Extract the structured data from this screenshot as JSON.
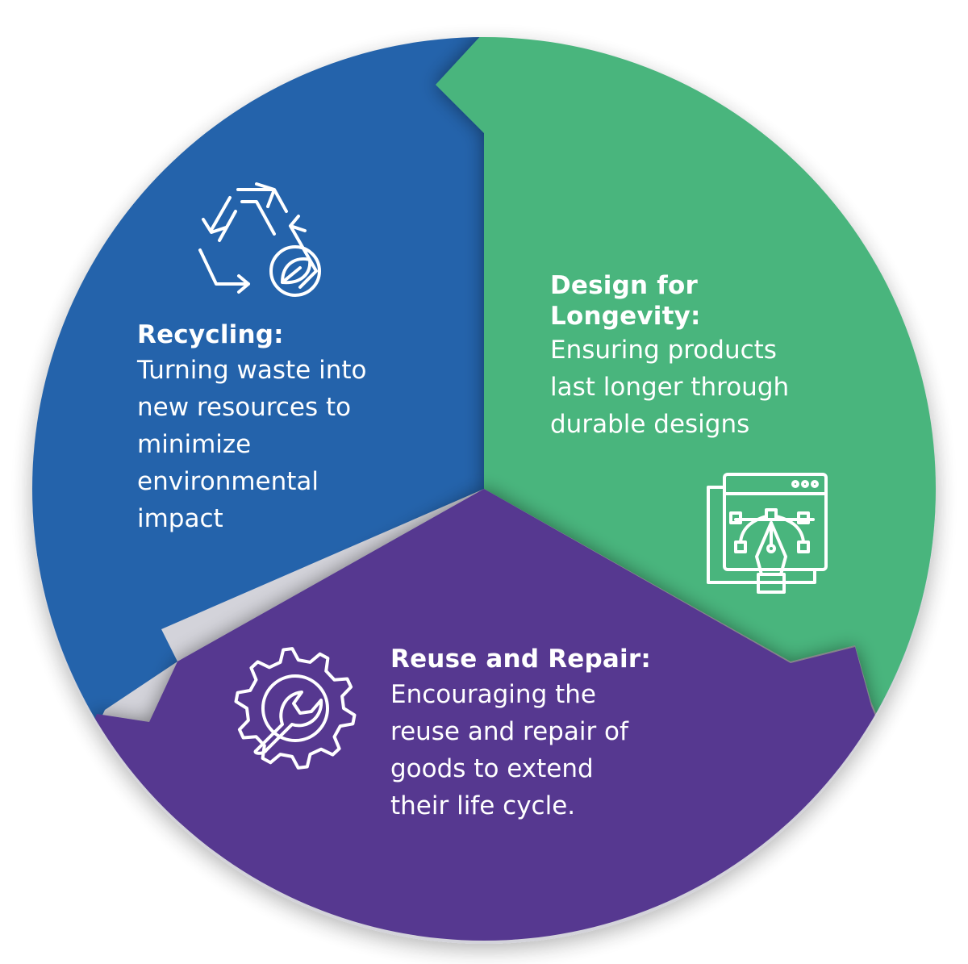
{
  "colors": {
    "recycling": "#2463ab",
    "design": "#48b57d",
    "reuse": "#573790",
    "icon": "#ffffff"
  },
  "segments": [
    {
      "key": "recycling",
      "title": "Recycling:",
      "description": "Turning waste into\nnew resources to\nminimize\nenvironmental\nimpact",
      "icon": "recycle-leaf-icon"
    },
    {
      "key": "design",
      "title": "Design for\nLongevity:",
      "description": " Ensuring products\nlast longer through\ndurable designs",
      "icon": "design-window-pen-icon"
    },
    {
      "key": "reuse",
      "title": "Reuse and Repair:",
      "description": "Encouraging the\nreuse and repair of\ngoods to extend\ntheir life cycle.",
      "icon": "gear-wrench-icon"
    }
  ]
}
